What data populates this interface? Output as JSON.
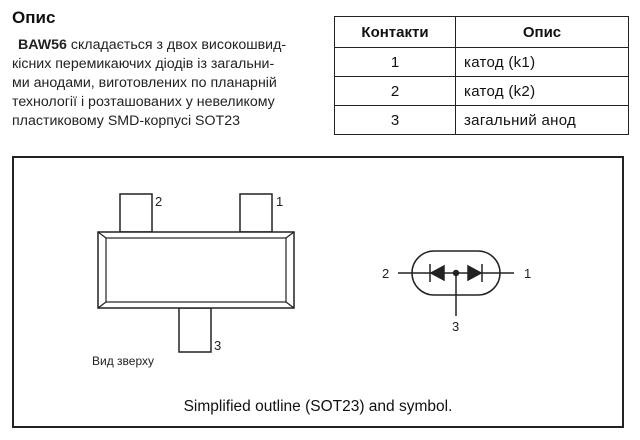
{
  "description": {
    "heading": "Опис",
    "part_number": "BAW56",
    "lines": [
      "складається з двох високошвид-",
      "кісних перемикаючих діодів із загальни-",
      "ми анодами, виготовлених по планарній",
      "технології і розташованих у невеликому",
      "пластиковому SMD-корпусі SOT23"
    ]
  },
  "pin_table": {
    "headers": [
      "Контакти",
      "Опис"
    ],
    "rows": [
      {
        "pin": "1",
        "description": "катод (k1)"
      },
      {
        "pin": "2",
        "description": "катод (k2)"
      },
      {
        "pin": "3",
        "description": "загальний анод"
      }
    ]
  },
  "figure": {
    "package_pins": {
      "left_top": "2",
      "right_top": "1",
      "bottom": "3"
    },
    "view_label": "Вид зверху",
    "symbol_pins": {
      "left": "2",
      "right": "1",
      "bottom": "3"
    },
    "caption": "Simplified outline (SOT23) and symbol."
  }
}
